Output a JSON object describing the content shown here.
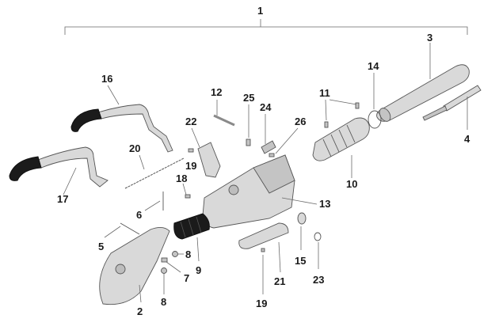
{
  "diagram": {
    "labels": {
      "n1": "1",
      "n2": "2",
      "n3": "3",
      "n4": "4",
      "n5": "5",
      "n6": "6",
      "n7": "7",
      "n8a": "8",
      "n8b": "8",
      "n9": "9",
      "n10": "10",
      "n11": "11",
      "n12": "12",
      "n13": "13",
      "n14": "14",
      "n15": "15",
      "n16": "16",
      "n17": "17",
      "n18": "18",
      "n19a": "19",
      "n19b": "19",
      "n20": "20",
      "n21": "21",
      "n22": "22",
      "n23": "23",
      "n24": "24",
      "n25": "25",
      "n26": "26"
    },
    "colors": {
      "metal": "#d9d9d9",
      "grip": "#1b1b1b",
      "outline": "#555555",
      "text": "#1a1a1a"
    }
  }
}
